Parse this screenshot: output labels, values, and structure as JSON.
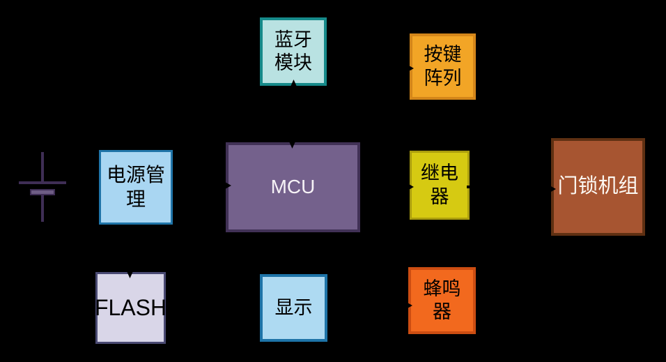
{
  "diagram": {
    "background_color": "#000000",
    "connector_color": "#000000",
    "battery": {
      "label": "battery",
      "line_color": "#3f2e55",
      "plate_fill": "#6e5d85"
    },
    "blocks": [
      {
        "id": "bluetooth-module",
        "lines": [
          "蓝牙",
          "模块"
        ],
        "fill": "#b9e2e2",
        "border_color": "#168a8a",
        "text_color": "#000000"
      },
      {
        "id": "keypad-array",
        "lines": [
          "按键",
          "阵列"
        ],
        "fill": "#f2a526",
        "border_color": "#d4861a",
        "text_color": "#000000"
      },
      {
        "id": "power-management",
        "lines": [
          "电源管",
          "理"
        ],
        "fill": "#a9d6f2",
        "border_color": "#1f74a8",
        "text_color": "#000000"
      },
      {
        "id": "mcu",
        "lines": [
          "MCU"
        ],
        "fill": "#74618c",
        "border_color": "#413156",
        "text_color": "#f6f2f6"
      },
      {
        "id": "relay",
        "lines": [
          "继电",
          "器"
        ],
        "fill": "#d6ca12",
        "border_color": "#ab9e0e",
        "text_color": "#000000"
      },
      {
        "id": "door-lock-unit",
        "lines": [
          "门锁机组"
        ],
        "fill": "#a75531",
        "border_color": "#5f3012",
        "text_color": "#fcf8f2"
      },
      {
        "id": "flash-memory",
        "lines": [
          "FLASH"
        ],
        "fill": "#d9d6e8",
        "border_color": "#4a4a73",
        "text_color": "#000000"
      },
      {
        "id": "display",
        "lines": [
          "显示"
        ],
        "fill": "#aedaf2",
        "border_color": "#1e74a8",
        "text_color": "#000000"
      },
      {
        "id": "buzzer",
        "lines": [
          "蜂鸣",
          "器"
        ],
        "fill": "#f2691e",
        "border_color": "#cc4d12",
        "text_color": "#000000"
      }
    ]
  }
}
